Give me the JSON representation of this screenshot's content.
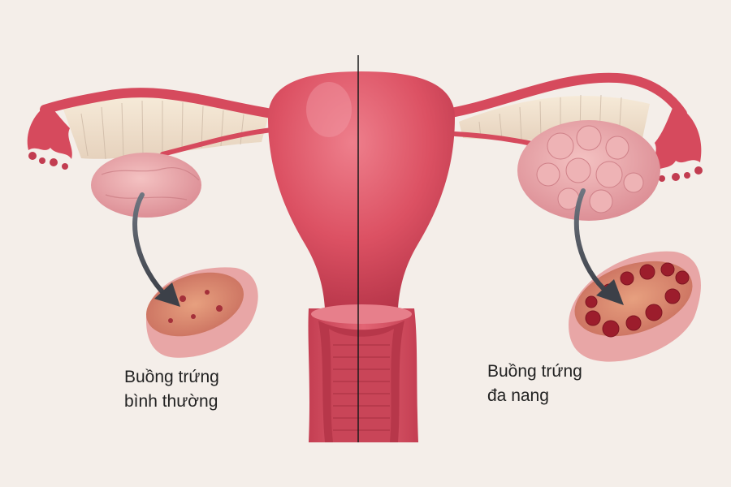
{
  "labels": {
    "normal": {
      "line1": "Buồng trứng",
      "line2": "bình thường"
    },
    "polycystic": {
      "line1": "Buồng trứng",
      "line2": "đa nang"
    }
  },
  "colors": {
    "background": "#f4eee9",
    "tissue": "#dc5163",
    "tissue_dark": "#b83447",
    "ovary": "#e9a0a4",
    "ovary_cut": "#d98a74",
    "cyst": "#9c1d2c",
    "divider": "#1a1a1a",
    "text": "#222222"
  }
}
